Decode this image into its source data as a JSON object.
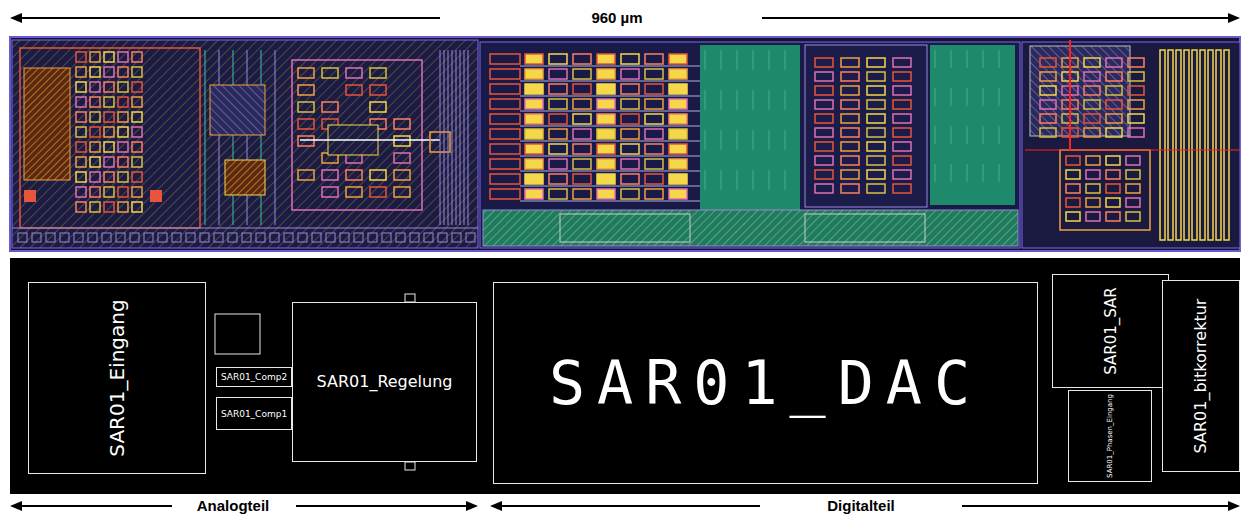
{
  "diagram": {
    "nodes": [
      {
        "text": [
          "SAR01_Eingang"
        ]
      },
      {
        "text": [
          "SAR01_Comp2"
        ]
      },
      {
        "text": [
          "SAR01_Comp1"
        ]
      },
      {
        "text": [
          "SAR01_Regelung"
        ]
      },
      {
        "text": [
          "SAR01_DAC"
        ]
      },
      {
        "text": [
          "SAR01_SAR"
        ]
      },
      {
        "text": [
          "SAR01_Phasen_Eingang"
        ]
      },
      {
        "text": [
          "SAR01_bitkorrektur"
        ]
      }
    ],
    "labels": [
      "960 µm",
      "Analogteil",
      "Digitalteil"
    ]
  }
}
